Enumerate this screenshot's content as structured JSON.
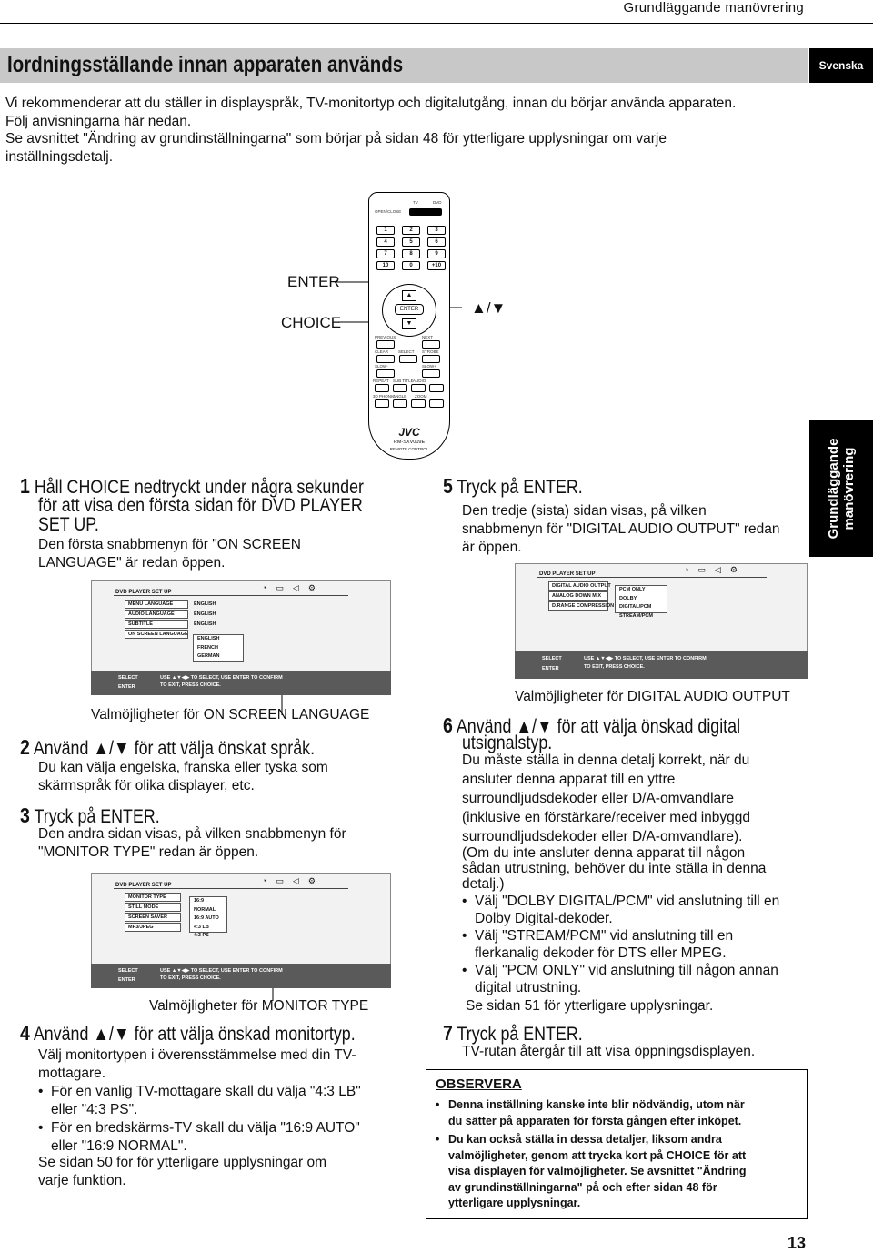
{
  "header": {
    "section": "Grundläggande manövrering"
  },
  "title_bar": {
    "title": "Iordningsställande innan apparaten används",
    "language_tab": "Svenska"
  },
  "side_tab": {
    "line1": "Grundläggande",
    "line2": "manövrering"
  },
  "intro": [
    "Vi rekommenderar att du ställer in displayspråk, TV-monitortyp och digitalutgång, innan du börjar använda apparaten.",
    "Följ anvisningarna här nedan.",
    "Se avsnittet \"Ändring av grundinställningarna\" som börjar på sidan 48 för ytterligare upplysningar om varje",
    "inställningsdetalj."
  ],
  "remote": {
    "callout_enter": "ENTER",
    "callout_choice": "CHOICE",
    "callout_arrows": "▲/▼",
    "brand": "JVC",
    "model": "RM-SXV009E",
    "label": "REMOTE CONTROL",
    "keys": [
      "1",
      "2",
      "3",
      "4",
      "5",
      "6",
      "7",
      "8",
      "9",
      "10",
      "0",
      "+10"
    ],
    "center_label": "ENTER",
    "small_labels": [
      "OPEN/CLOSE",
      "TV",
      "DVD",
      "PREVIOUS",
      "NEXT",
      "CLEAR",
      "SELECT",
      "STROBE",
      "SLOW-",
      "SLOW+",
      "REPEAT",
      "SUB TITLE",
      "AUDIO",
      "3D PHONIC",
      "ANGLE",
      "ZOOM"
    ]
  },
  "steps": {
    "s1": {
      "num": "1",
      "head1": "Håll CHOICE nedtryckt under några sekunder",
      "head2": "för att visa den första sidan för DVD PLAYER",
      "head3": "SET UP.",
      "body1": "Den första snabbmenyn för \"ON SCREEN",
      "body2": "LANGUAGE\" är redan öppen."
    },
    "s2": {
      "num": "2",
      "head": "Använd ▲/▼ för att välja önskat språk.",
      "body1": "Du kan välja engelska, franska eller tyska som",
      "body2": "skärmspråk för olika displayer, etc."
    },
    "s3": {
      "num": "3",
      "head": "Tryck på ENTER.",
      "body1": "Den andra sidan visas, på vilken snabbmenyn för",
      "body2": "\"MONITOR TYPE\" redan är öppen."
    },
    "s4": {
      "num": "4",
      "head": "Använd ▲/▼ för att välja önskad monitortyp.",
      "body1": "Välj monitortypen i överensstämmelse med din TV-",
      "body2": "mottagare.",
      "b1a": "För en vanlig TV-mottagare skall du välja \"4:3 LB\"",
      "b1b": "eller \"4:3 PS\".",
      "b2a": "För en bredskärms-TV skall du välja \"16:9 AUTO\"",
      "b2b": "eller \"16:9 NORMAL\".",
      "end1": "Se sidan 50 for för ytterligare upplysningar om",
      "end2": "varje funktion."
    },
    "s5": {
      "num": "5",
      "head": "Tryck på ENTER.",
      "body1": "Den tredje (sista) sidan visas, på vilken",
      "body2": "snabbmenyn för \"DIGITAL AUDIO OUTPUT\" redan",
      "body3": "är öppen."
    },
    "s6": {
      "num": "6",
      "head1": "Använd ▲/▼ för att välja önskad digital",
      "head2": "utsignalstyp.",
      "body1": "Du måste ställa in denna detalj korrekt, när du",
      "body2": "ansluter denna apparat till en yttre",
      "body3": "surroundljudsdekoder eller D/A-omvandlare",
      "body4": "(inklusive en förstärkare/receiver med inbyggd",
      "body5": "surroundljudsdekoder eller D/A-omvandlare).",
      "body6": "(Om du inte ansluter denna apparat till någon",
      "body7": "sådan utrustning, behöver du inte ställa in denna",
      "body8": "detalj.)",
      "b1a": "Välj \"DOLBY DIGITAL/PCM\" vid anslutning till en",
      "b1b": "Dolby Digital-dekoder.",
      "b2a": "Välj \"STREAM/PCM\" vid anslutning till en",
      "b2b": "flerkanalig dekoder för DTS eller MPEG.",
      "b3a": "Välj \"PCM ONLY\" vid anslutning till någon annan",
      "b3b": "digital utrustning.",
      "end": "Se sidan 51 för ytterligare upplysningar."
    },
    "s7": {
      "num": "7",
      "head": "Tryck på ENTER.",
      "body": "TV-rutan återgår till att visa öppningsdisplayen."
    }
  },
  "screens": {
    "language": {
      "header": "DVD PLAYER SET UP",
      "rows": [
        {
          "label": "MENU LANGUAGE",
          "value": "ENGLISH"
        },
        {
          "label": "AUDIO LANGUAGE",
          "value": "ENGLISH"
        },
        {
          "label": "SUBTITLE",
          "value": "ENGLISH"
        },
        {
          "label": "ON SCREEN LANGUAGE",
          "value": ""
        }
      ],
      "options": [
        "ENGLISH",
        "FRENCH",
        "GERMAN"
      ],
      "foot_left1": "SELECT",
      "foot_left2": "ENTER",
      "foot_right1": "USE ▲▼◀▶ TO SELECT, USE ENTER TO CONFIRM",
      "foot_right2": "TO EXIT, PRESS CHOICE.",
      "caption": "Valmöjligheter för ON SCREEN LANGUAGE"
    },
    "monitor": {
      "header": "DVD PLAYER SET UP",
      "rows": [
        "MONITOR TYPE",
        "STILL MODE",
        "SCREEN SAVER",
        "MP3/JPEG"
      ],
      "options": [
        "16:9 NORMAL",
        "16:9 AUTO",
        "4:3 LB",
        "4:3 PS"
      ],
      "foot_left1": "SELECT",
      "foot_left2": "ENTER",
      "foot_right1": "USE ▲▼◀▶ TO SELECT, USE ENTER TO CONFIRM",
      "foot_right2": "TO EXIT, PRESS CHOICE.",
      "caption": "Valmöjligheter för MONITOR TYPE"
    },
    "audio": {
      "header": "DVD PLAYER SET UP",
      "rows": [
        "DIGITAL AUDIO OUTPUT",
        "ANALOG DOWN MIX",
        "D.RANGE COMPRESSION"
      ],
      "options": [
        "PCM ONLY",
        "DOLBY DIGITAL/PCM",
        "STREAM/PCM"
      ],
      "foot_left1": "SELECT",
      "foot_left2": "ENTER",
      "foot_right1": "USE ▲▼◀▶ TO SELECT, USE ENTER TO CONFIRM",
      "foot_right2": "TO EXIT, PRESS CHOICE.",
      "caption": "Valmöjligheter för DIGITAL AUDIO OUTPUT"
    }
  },
  "observera": {
    "heading": "OBSERVERA",
    "i1a": "Denna inställning kanske inte blir nödvändig, utom när",
    "i1b": "du sätter på apparaten för första gången efter inköpet.",
    "i2a": "Du kan också ställa in dessa detaljer, liksom andra",
    "i2b": "valmöjligheter, genom att trycka kort på CHOICE för att",
    "i2c": "visa displayen för valmöjligheter. Se avsnittet \"Ändring",
    "i2d": "av grundinställningarna\" på och efter sidan 48 för",
    "i2e": "ytterligare upplysningar."
  },
  "page_number": "13"
}
